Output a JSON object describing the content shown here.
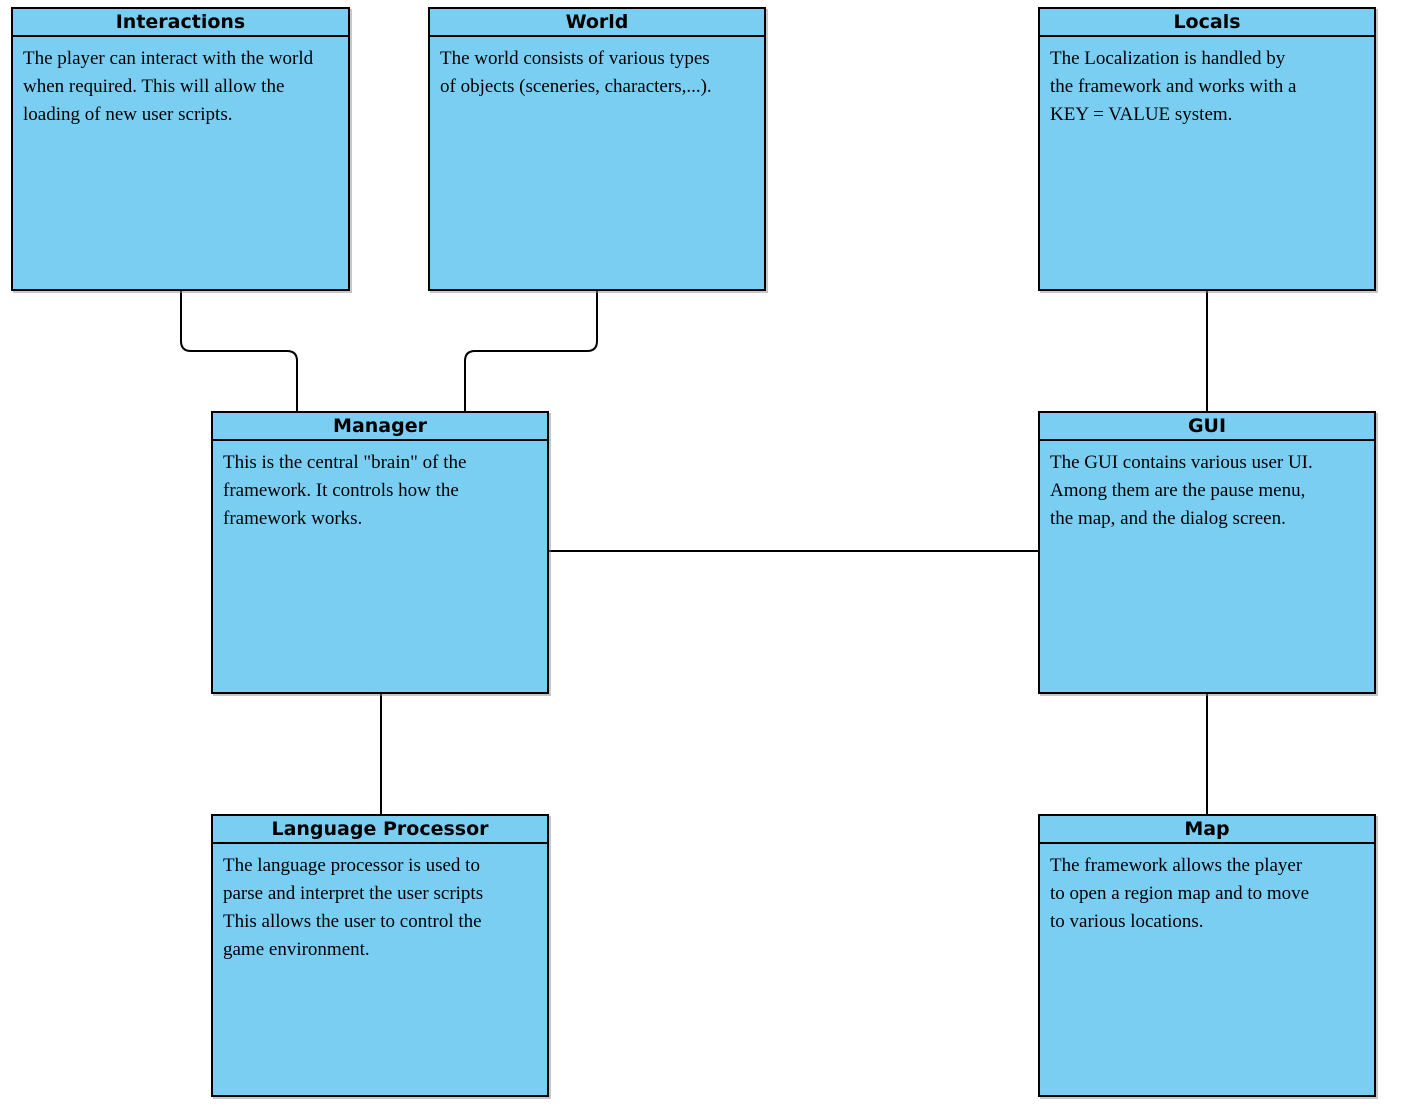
{
  "diagram": {
    "node_fill_color": "#7ACEF2",
    "border_color": "#000000",
    "background_color": "#ffffff",
    "nodes": [
      {
        "id": "interactions",
        "title": "Interactions",
        "body": "The player can interact with the world\nwhen required. This will allow the\nloading of new user scripts."
      },
      {
        "id": "world",
        "title": "World",
        "body": "The world consists of various types\nof objects (sceneries, characters,...)."
      },
      {
        "id": "locals",
        "title": "Locals",
        "body": "The Localization is handled by\nthe framework and works with a\nKEY = VALUE system."
      },
      {
        "id": "manager",
        "title": "Manager",
        "body": "This is the central \"brain\" of the\nframework. It controls how the\nframework works."
      },
      {
        "id": "gui",
        "title": "GUI",
        "body": "The GUI contains various user UI.\nAmong them are the pause menu,\nthe map, and the dialog screen."
      },
      {
        "id": "language_processor",
        "title": "Language Processor",
        "body": "The language processor is used to\nparse and interpret the user scripts\nThis allows the user to control the\ngame environment."
      },
      {
        "id": "map",
        "title": "Map",
        "body": "The framework allows the player\nto open a region map and to move\nto various locations."
      }
    ],
    "edges": [
      {
        "from": "Interactions",
        "to": "Manager"
      },
      {
        "from": "World",
        "to": "Manager"
      },
      {
        "from": "Locals",
        "to": "GUI"
      },
      {
        "from": "Manager",
        "to": "GUI"
      },
      {
        "from": "Manager",
        "to": "Language Processor"
      },
      {
        "from": "GUI",
        "to": "Map"
      }
    ]
  }
}
